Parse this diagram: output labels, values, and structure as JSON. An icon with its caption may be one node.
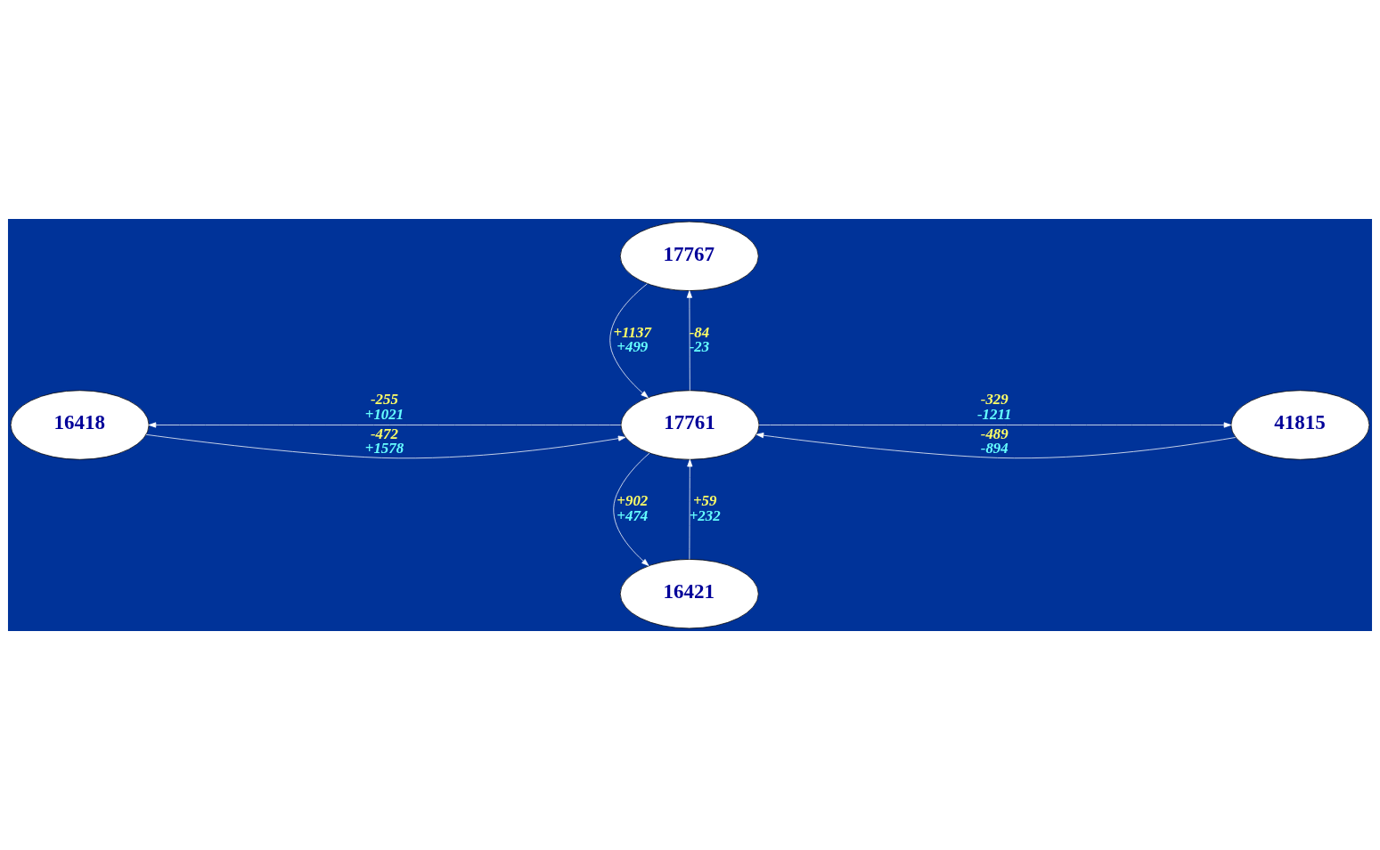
{
  "diagram": {
    "nodes": [
      {
        "text": [
          "17767"
        ]
      },
      {
        "text": [
          "16418"
        ]
      },
      {
        "text": [
          "17761"
        ]
      },
      {
        "text": [
          "41815"
        ]
      },
      {
        "text": [
          "16421"
        ]
      }
    ],
    "edges": [
      {
        "from": 0,
        "to": 2,
        "arrow": "to",
        "label": "+1137 +499"
      },
      {
        "from": 2,
        "to": 0,
        "arrow": "to",
        "label": "-84 -23"
      },
      {
        "from": 2,
        "to": 1,
        "arrow": "to",
        "label": "-255 +1021"
      },
      {
        "from": 1,
        "to": 2,
        "arrow": "to",
        "label": "-472 +1578"
      },
      {
        "from": 3,
        "to": 2,
        "arrow": "to",
        "label": "-489 -894"
      },
      {
        "from": 2,
        "to": 3,
        "arrow": "to",
        "label": "-329 -1211"
      },
      {
        "from": 2,
        "to": 4,
        "arrow": "to",
        "label": "+902 +474"
      },
      {
        "from": 4,
        "to": 2,
        "arrow": "to",
        "label": "+59 +232"
      }
    ]
  }
}
